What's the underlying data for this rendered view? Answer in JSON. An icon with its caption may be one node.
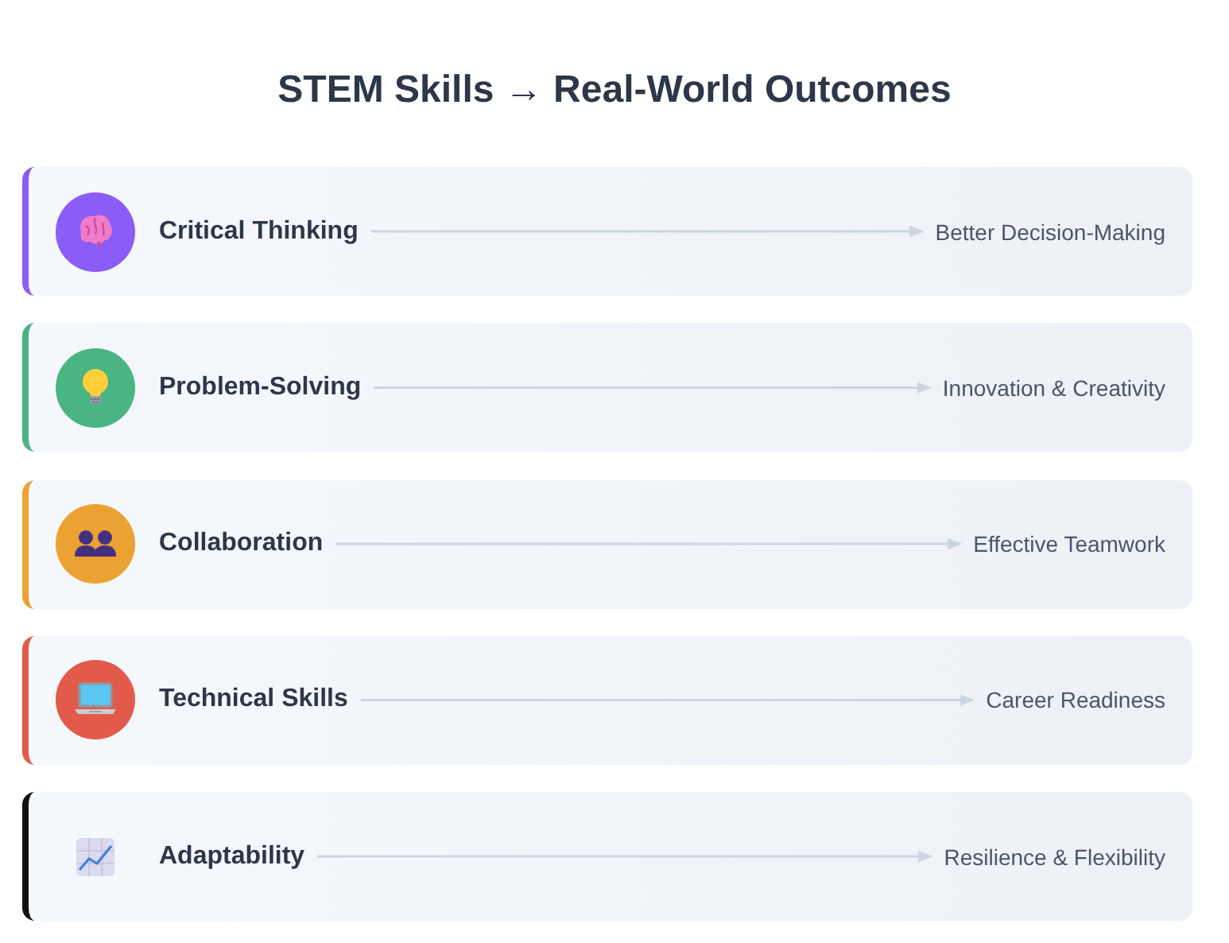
{
  "diagram": {
    "title": "STEM Skills → Real-World Outcomes",
    "nodes": [
      {
        "text": [],
        "shape": "box"
      },
      {
        "text": [
          "Critical Thinking"
        ],
        "in": 0
      },
      {
        "text": [
          "Better Decision-Making"
        ],
        "in": 0
      },
      {
        "text": [],
        "shape": "box"
      },
      {
        "text": [
          "Problem-Solving"
        ],
        "in": 3
      },
      {
        "text": [
          "Innovation & Creativity"
        ],
        "in": 3
      },
      {
        "text": [],
        "shape": "box"
      },
      {
        "text": [
          "Collaboration"
        ],
        "in": 6
      },
      {
        "text": [
          "Effective Teamwork"
        ],
        "in": 6
      },
      {
        "text": [],
        "shape": "box"
      },
      {
        "text": [
          "Technical Skills"
        ],
        "in": 9
      },
      {
        "text": [
          "Career Readiness"
        ],
        "in": 9
      },
      {
        "text": [],
        "shape": "box"
      },
      {
        "text": [
          "Adaptability"
        ],
        "in": 12
      },
      {
        "text": [
          "Resilience & Flexibility"
        ],
        "in": 12
      }
    ],
    "edges": [
      {
        "from": 1,
        "to": 2,
        "arrow": "to"
      },
      {
        "from": 4,
        "to": 5,
        "arrow": "to"
      },
      {
        "from": 7,
        "to": 8,
        "arrow": "to"
      },
      {
        "from": 10,
        "to": 11,
        "arrow": "to"
      },
      {
        "from": 13,
        "to": 14,
        "arrow": "to"
      }
    ]
  }
}
